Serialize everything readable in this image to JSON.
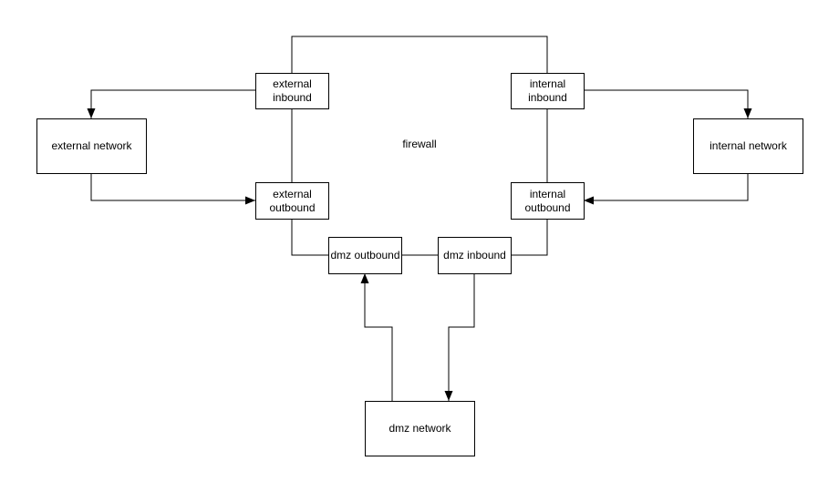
{
  "diagram": {
    "background_color": "#ffffff",
    "stroke_color": "#000000",
    "node_fill_color": "#ffffff",
    "text_color": "#000000",
    "firewall_label": "firewall",
    "nodes": {
      "external_network": {
        "label": "external network"
      },
      "internal_network": {
        "label": "internal network"
      },
      "dmz_network": {
        "label": "dmz network"
      },
      "external_inbound": {
        "label": "external inbound"
      },
      "external_outbound": {
        "label": "external outbound"
      },
      "internal_inbound": {
        "label": "internal inbound"
      },
      "internal_outbound": {
        "label": "internal outbound"
      },
      "dmz_outbound": {
        "label": "dmz outbound"
      },
      "dmz_inbound": {
        "label": "dmz inbound"
      }
    },
    "edges": [
      {
        "from": "external_inbound",
        "to": "internal_inbound",
        "arrowhead": false
      },
      {
        "from": "external_inbound",
        "to": "external_network",
        "arrowhead": true
      },
      {
        "from": "external_network",
        "to": "external_outbound",
        "arrowhead": true
      },
      {
        "from": "external_inbound",
        "to": "external_outbound",
        "arrowhead": false
      },
      {
        "from": "external_outbound",
        "to": "dmz_outbound",
        "arrowhead": false
      },
      {
        "from": "dmz_outbound",
        "to": "dmz_inbound",
        "arrowhead": false
      },
      {
        "from": "internal_inbound",
        "to": "internal_network",
        "arrowhead": true
      },
      {
        "from": "internal_network",
        "to": "internal_outbound",
        "arrowhead": true
      },
      {
        "from": "internal_inbound",
        "to": "internal_outbound",
        "arrowhead": false
      },
      {
        "from": "internal_outbound",
        "to": "dmz_inbound",
        "arrowhead": false
      },
      {
        "from": "dmz_network",
        "to": "dmz_outbound",
        "arrowhead": true
      },
      {
        "from": "dmz_inbound",
        "to": "dmz_network",
        "arrowhead": true
      }
    ]
  }
}
